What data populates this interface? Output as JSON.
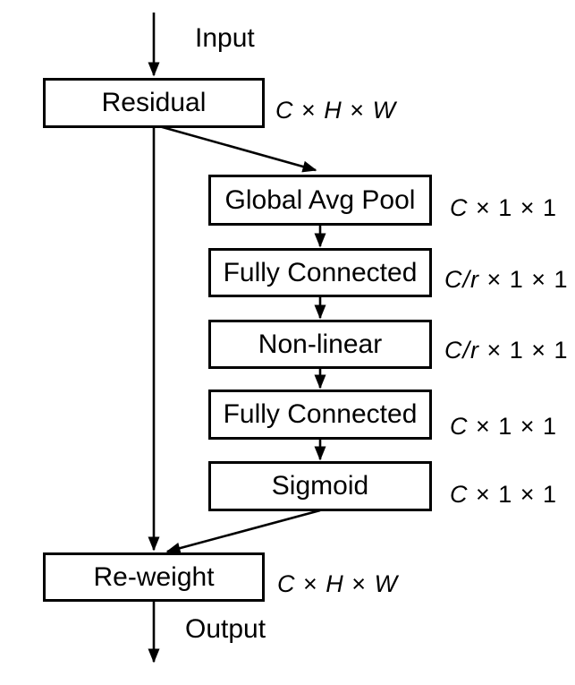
{
  "diagram": {
    "input_label": "Input",
    "output_label": "Output",
    "colors": {
      "line": "#000000",
      "box_border": "#000000",
      "box_fill": "#ffffff",
      "text": "#000000"
    },
    "nodes": {
      "residual": {
        "label": "Residual",
        "dim": [
          {
            "t": "C",
            "i": true
          },
          {
            "t": " × ",
            "i": false
          },
          {
            "t": "H",
            "i": true
          },
          {
            "t": " × ",
            "i": false
          },
          {
            "t": "W",
            "i": true
          }
        ]
      },
      "gap": {
        "label": "Global Avg Pool",
        "dim": [
          {
            "t": "C",
            "i": true
          },
          {
            "t": " × 1 × 1",
            "i": false
          }
        ]
      },
      "fc1": {
        "label": "Fully Connected",
        "dim": [
          {
            "t": "C/r",
            "i": true
          },
          {
            "t": " × 1 × 1",
            "i": false
          }
        ]
      },
      "nonlinear": {
        "label": "Non-linear",
        "dim": [
          {
            "t": "C/r",
            "i": true
          },
          {
            "t": " × 1 × 1",
            "i": false
          }
        ]
      },
      "fc2": {
        "label": "Fully Connected",
        "dim": [
          {
            "t": "C",
            "i": true
          },
          {
            "t": " × 1 × 1",
            "i": false
          }
        ]
      },
      "sigmoid": {
        "label": "Sigmoid",
        "dim": [
          {
            "t": "C",
            "i": true
          },
          {
            "t": " × 1 × 1",
            "i": false
          }
        ]
      },
      "reweight": {
        "label": "Re-weight",
        "dim": [
          {
            "t": "C",
            "i": true
          },
          {
            "t": " × ",
            "i": false
          },
          {
            "t": "H",
            "i": true
          },
          {
            "t": " × ",
            "i": false
          },
          {
            "t": "W",
            "i": true
          }
        ]
      }
    }
  }
}
